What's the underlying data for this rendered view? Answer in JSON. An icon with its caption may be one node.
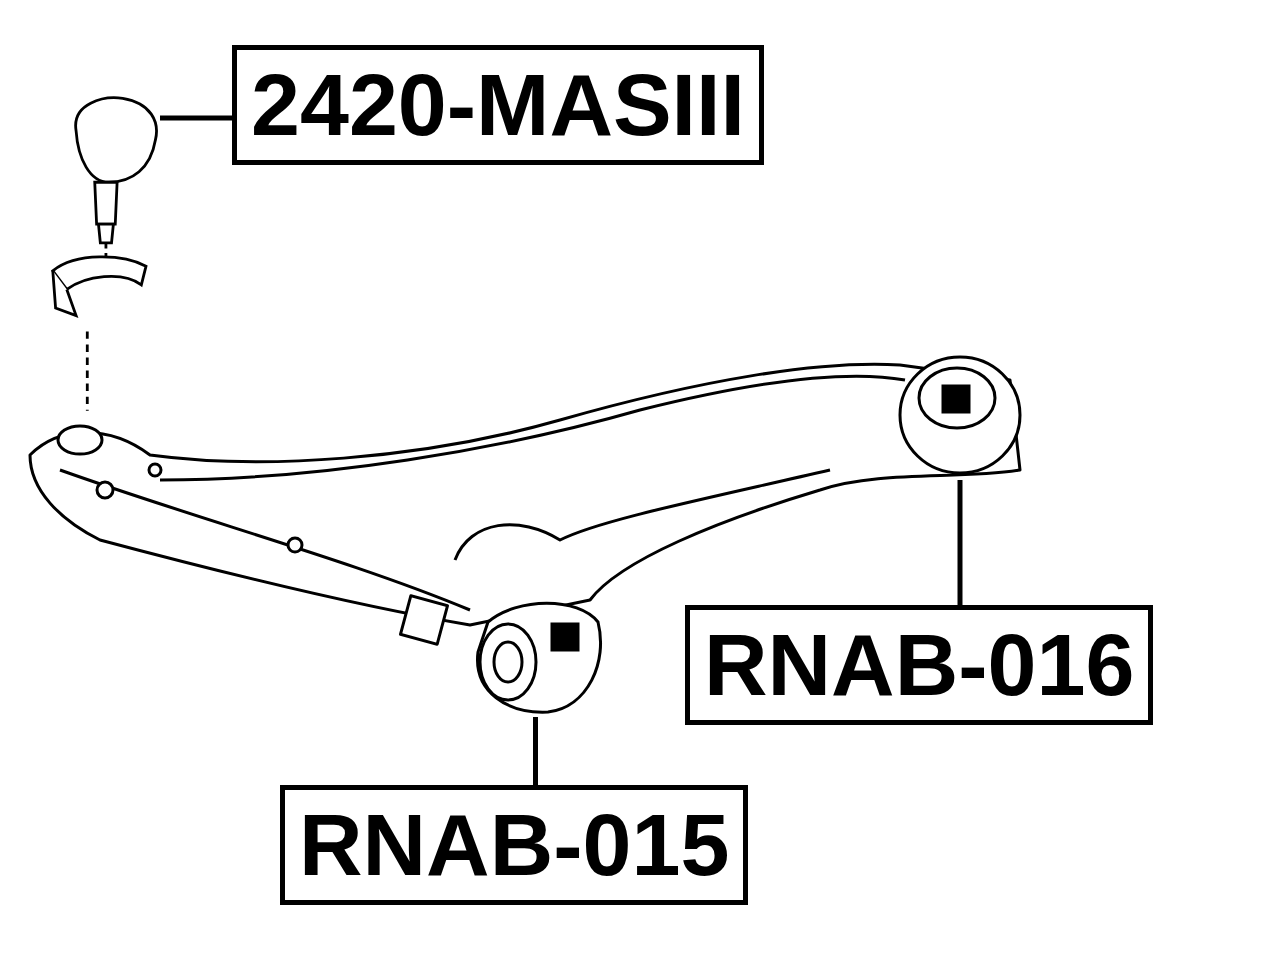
{
  "diagram": {
    "nodes": [
      {
        "text": [
          "2420-MASIII"
        ]
      },
      {
        "text": [],
        "shape": "picture"
      },
      {
        "text": [
          "RNAB-016"
        ]
      },
      {
        "text": [],
        "shape": "picture"
      },
      {
        "text": [
          "RNAB-015"
        ]
      },
      {
        "text": [],
        "shape": "picture"
      }
    ],
    "edges": [
      {
        "from": 0,
        "to": 1,
        "arrow": "none"
      },
      {
        "from": 2,
        "to": 3,
        "arrow": "none"
      },
      {
        "from": 4,
        "to": 5,
        "arrow": "none"
      }
    ]
  }
}
